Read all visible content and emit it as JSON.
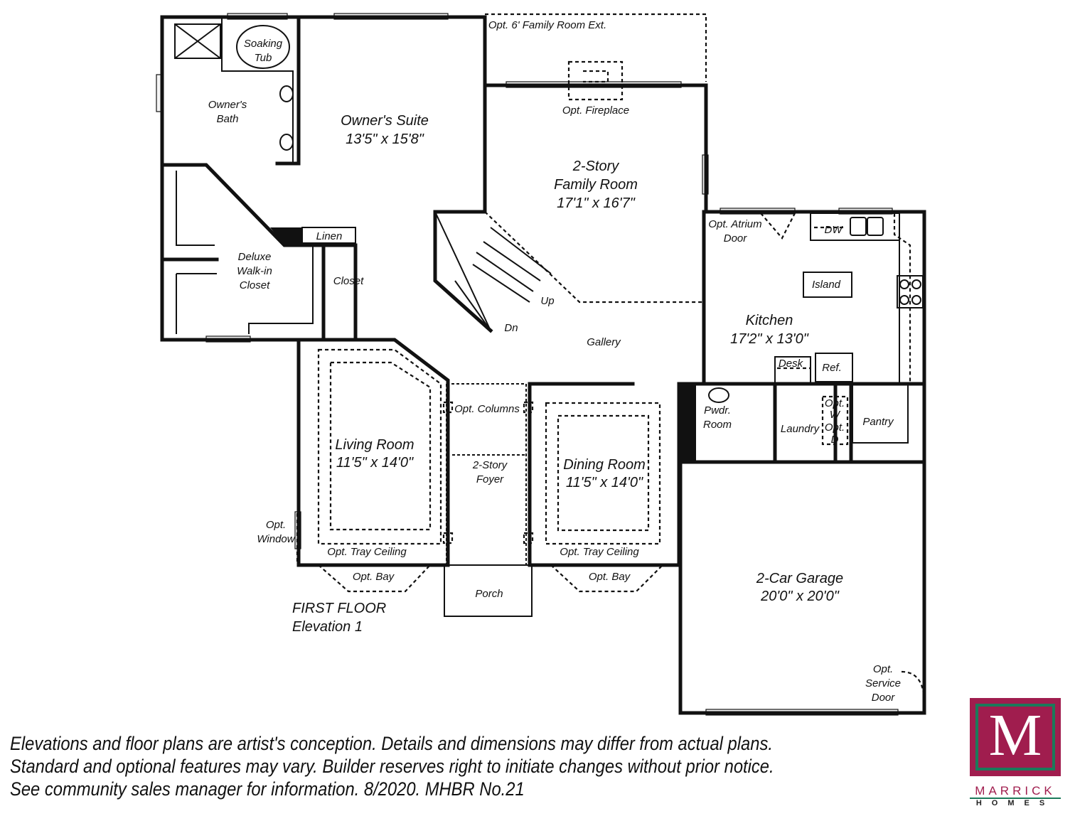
{
  "plan": {
    "title": "FIRST FLOOR",
    "subtitle": "Elevation 1",
    "rooms": {
      "owners_suite": {
        "name": "Owner's Suite",
        "dims": "13'5\" x 15'8\""
      },
      "family_room": {
        "name1": "2-Story",
        "name2": "Family Room",
        "dims": "17'1\" x 16'7\""
      },
      "kitchen": {
        "name": "Kitchen",
        "dims": "17'2\" x 13'0\""
      },
      "living_room": {
        "name": "Living Room",
        "dims": "11'5\" x 14'0\""
      },
      "dining_room": {
        "name": "Dining Room",
        "dims": "11'5\" x 14'0\""
      },
      "garage": {
        "name": "2-Car Garage",
        "dims": "20'0\" x 20'0\""
      }
    },
    "labels": {
      "soaking_tub": [
        "Soaking",
        "Tub"
      ],
      "owners_bath": [
        "Owner's",
        "Bath"
      ],
      "walk_in_closet": [
        "Deluxe",
        "Walk-in",
        "Closet"
      ],
      "linen": "Linen",
      "closet": "Closet",
      "family_room_ext": "Opt. 6' Family Room Ext.",
      "fireplace": "Opt. Fireplace",
      "up": "Up",
      "dn": "Dn",
      "gallery": "Gallery",
      "atrium_door": [
        "Opt. Atrium",
        "Door"
      ],
      "dw": "DW",
      "island": "Island",
      "desk": "Desk",
      "ref": "Ref.",
      "powder_room": [
        "Pwdr.",
        "Room"
      ],
      "laundry": "Laundry",
      "opt_w": [
        "Opt.",
        "W"
      ],
      "opt_d": [
        "Opt.",
        "D"
      ],
      "pantry": "Pantry",
      "opt_columns": "Opt. Columns",
      "foyer": [
        "2-Story",
        "Foyer"
      ],
      "opt_window": [
        "Opt.",
        "Window"
      ],
      "tray_ceiling_living": "Opt. Tray Ceiling",
      "tray_ceiling_dining": "Opt. Tray Ceiling",
      "bay_living": "Opt. Bay",
      "bay_dining": "Opt. Bay",
      "porch": "Porch",
      "service_door": [
        "Opt.",
        "Service",
        "Door"
      ]
    }
  },
  "disclaimer": [
    "Elevations and floor plans are artist's conception. Details and dimensions may differ from actual plans.",
    "Standard and optional features may vary. Builder reserves right to initiate changes without prior notice.",
    "See community sales manager for information. 8/2020. MHBR No.21"
  ],
  "logo": {
    "letter": "M",
    "line1": "MARRICK",
    "line2": "HOMES",
    "colors": {
      "primary": "#a01d4e",
      "accent": "#1b7a5a"
    }
  }
}
